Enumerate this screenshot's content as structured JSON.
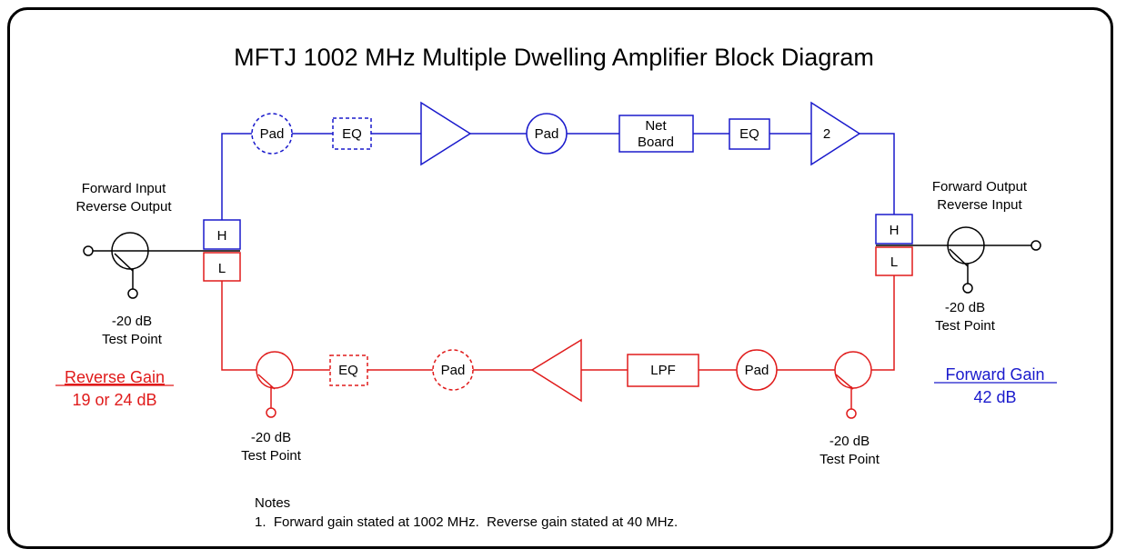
{
  "title": "MFTJ 1002 MHz Multiple Dwelling Amplifier Block Diagram",
  "colors": {
    "forward": "#1a1acc",
    "reverse": "#e01b1b",
    "outline": "#000000"
  },
  "forward_path": {
    "pad1": "Pad",
    "eq1": "EQ",
    "pad2": "Pad",
    "netboard_line1": "Net",
    "netboard_line2": "Board",
    "eq2": "EQ",
    "amp2_label": "2"
  },
  "reverse_path": {
    "eq": "EQ",
    "pad1": "Pad",
    "lpf": "LPF",
    "pad2": "Pad"
  },
  "left_diplexer": {
    "high": "H",
    "low": "L"
  },
  "right_diplexer": {
    "high": "H",
    "low": "L"
  },
  "left_port": {
    "line1": "Forward Input",
    "line2": "Reverse Output"
  },
  "right_port": {
    "line1": "Forward Output",
    "line2": "Reverse  Input"
  },
  "test_points": [
    {
      "line1": "-20 dB",
      "line2": "Test Point"
    },
    {
      "line1": "-20 dB",
      "line2": "Test Point"
    },
    {
      "line1": "-20 dB",
      "line2": "Test Point"
    },
    {
      "line1": "-20 dB",
      "line2": "Test Point"
    }
  ],
  "reverse_gain": {
    "heading": "Reverse Gain",
    "value": "19 or 24 dB"
  },
  "forward_gain": {
    "heading": "Forward Gain",
    "value": "42 dB"
  },
  "notes": {
    "heading": "Notes",
    "items": [
      "1.  Forward gain stated at 1002 MHz.  Reverse gain stated at 40 MHz."
    ]
  }
}
